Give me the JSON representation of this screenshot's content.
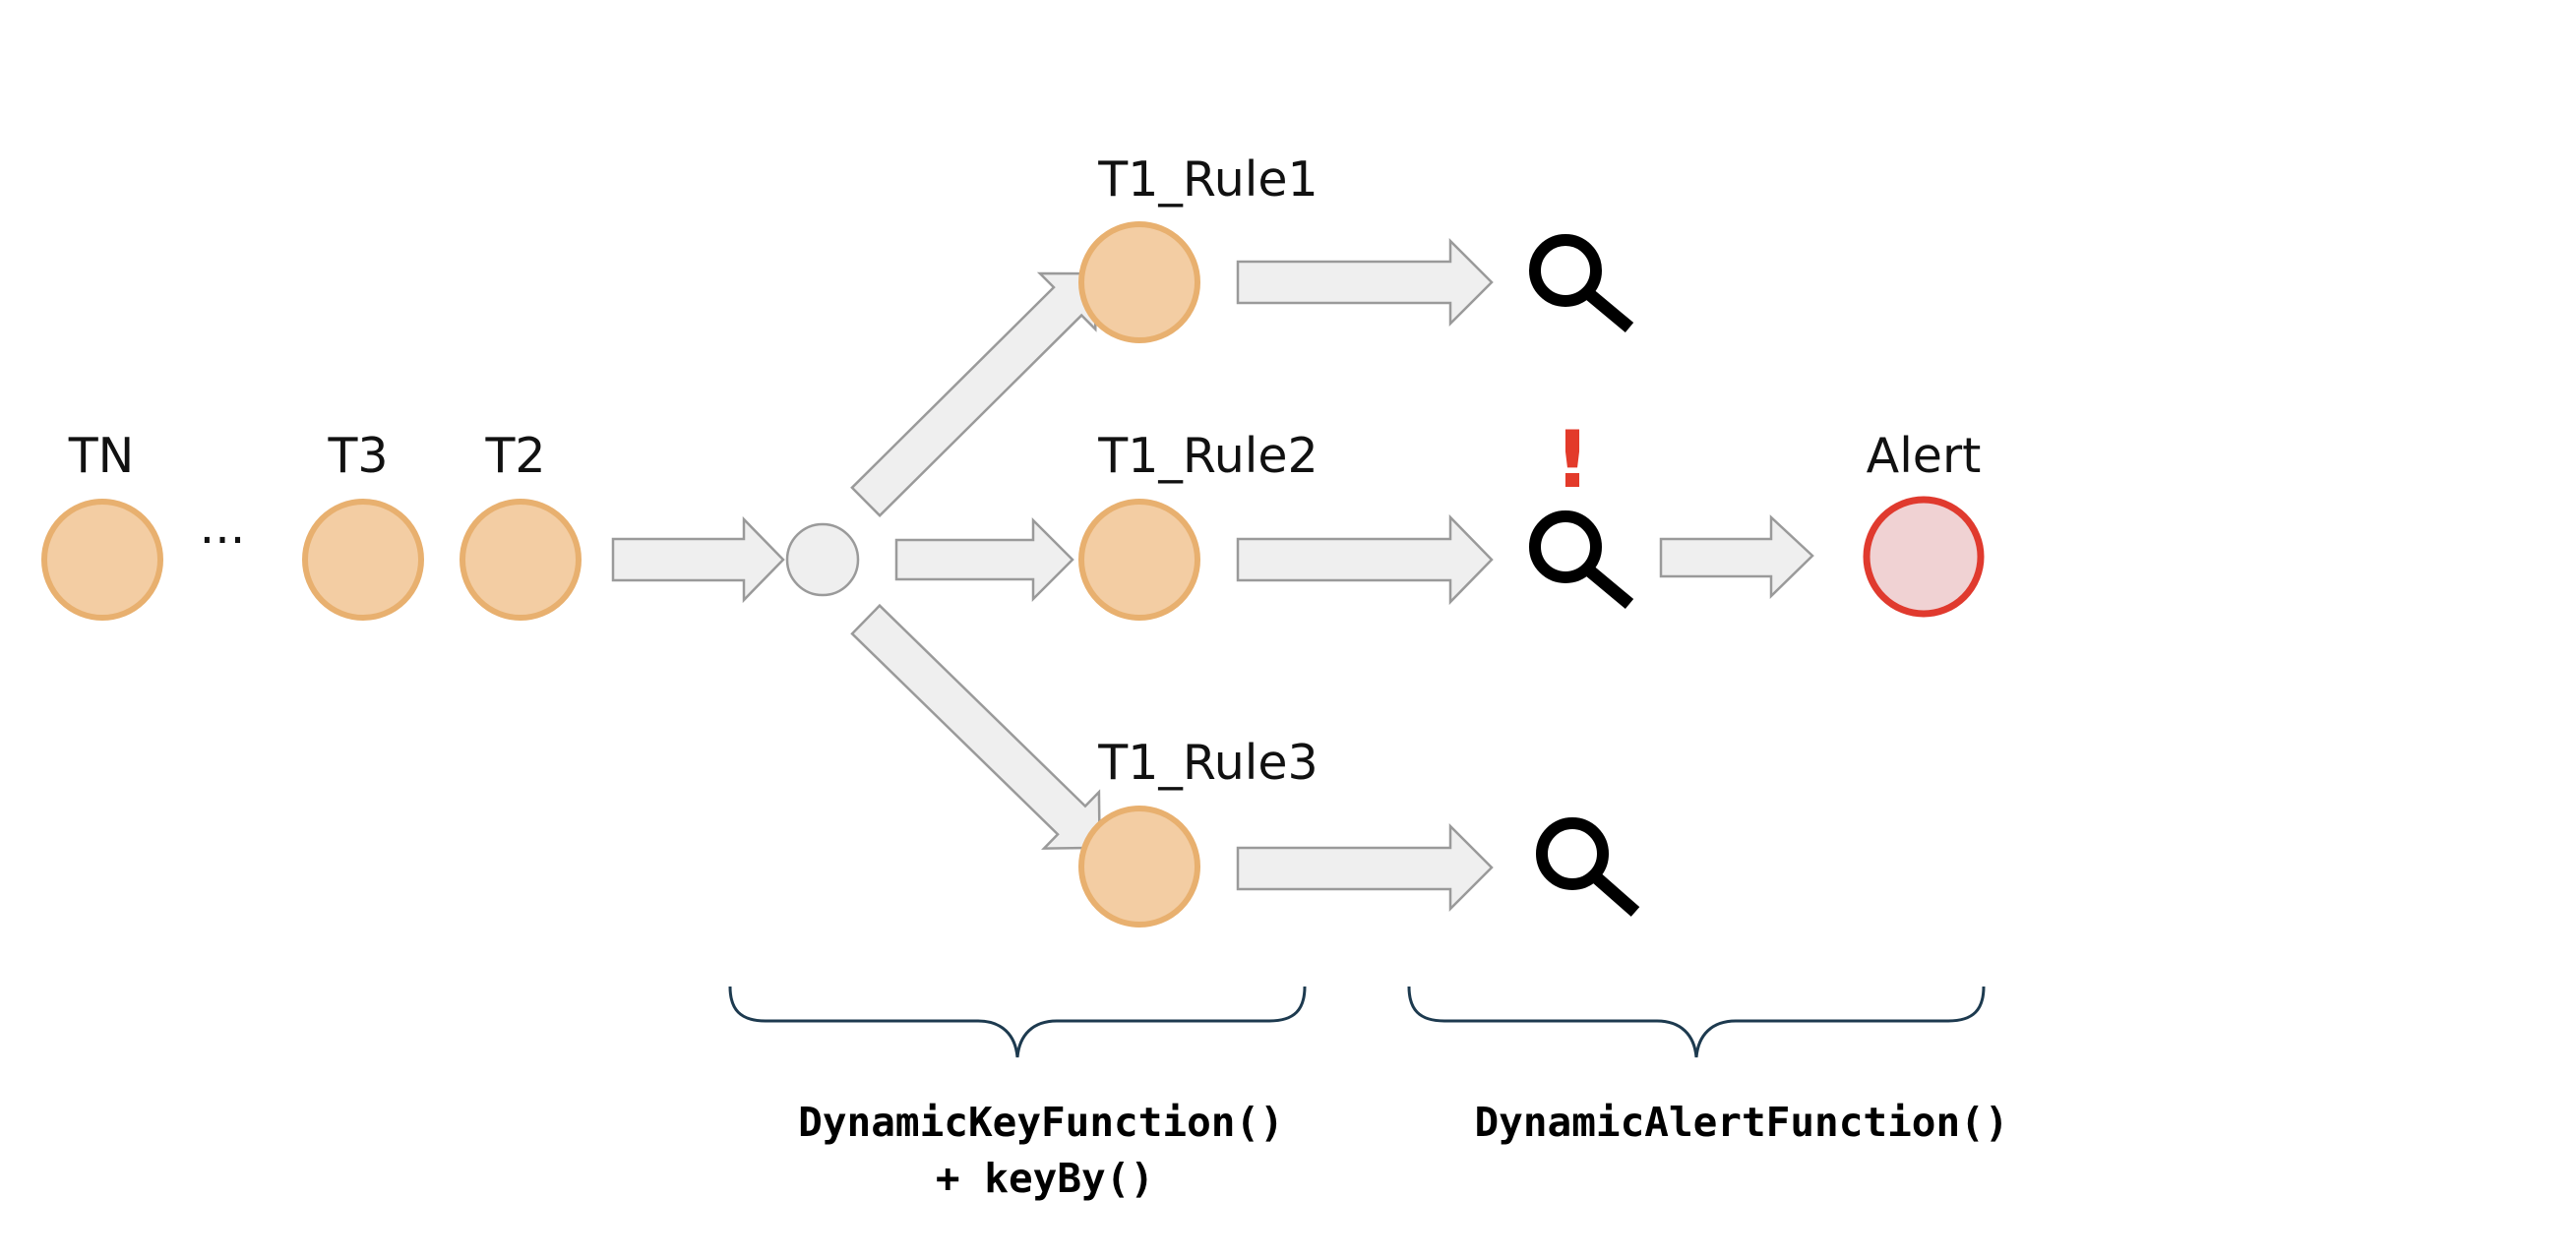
{
  "colors": {
    "event_fill": "#f3cda3",
    "event_stroke": "#e8b06f",
    "alert_fill": "#f0d2d3",
    "alert_stroke": "#e03a2e",
    "arrow_fill": "#efefef",
    "arrow_stroke": "#9a9a9a",
    "brace_stroke": "#1d3a4f",
    "exclamation": "#e33a2a"
  },
  "input_stream": {
    "labels": {
      "tn": "TN",
      "ellipsis": "...",
      "t3": "T3",
      "t2": "T2"
    }
  },
  "rule_branches": {
    "rule1": "T1_Rule1",
    "rule2": "T1_Rule2",
    "rule3": "T1_Rule3"
  },
  "evaluation": {
    "exclamation": "!",
    "icons": [
      "magnifier-icon",
      "magnifier-icon",
      "magnifier-icon"
    ]
  },
  "output": {
    "alert": "Alert"
  },
  "operators": {
    "key_function": "DynamicKeyFunction()",
    "key_by": "+ keyBy()",
    "alert_function": "DynamicAlertFunction()"
  }
}
